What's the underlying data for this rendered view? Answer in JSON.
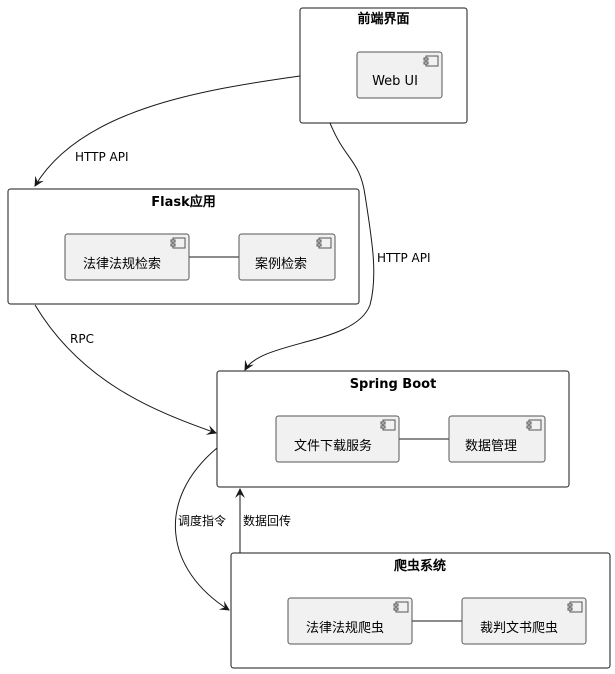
{
  "colors": {
    "package_border": "#181818",
    "component_fill": "#f1f1f1",
    "component_border": "#555555",
    "edge": "#181818"
  },
  "packages": {
    "frontend": {
      "title": "前端界面",
      "components": {
        "web_ui": "Web UI"
      }
    },
    "flask": {
      "title": "Flask应用",
      "components": {
        "law_search": "法律法规检索",
        "case_search": "案例检索"
      }
    },
    "spring": {
      "title": "Spring Boot",
      "components": {
        "file_download": "文件下载服务",
        "data_mgmt": "数据管理"
      }
    },
    "crawler": {
      "title": "爬虫系统",
      "components": {
        "law_crawler": "法律法规爬虫",
        "judgment_crawler": "裁判文书爬虫"
      }
    }
  },
  "edges": {
    "frontend_to_flask": "HTTP API",
    "frontend_to_spring": "HTTP API",
    "flask_to_spring": "RPC",
    "spring_to_crawler": "调度指令",
    "crawler_to_spring": "数据回传"
  }
}
